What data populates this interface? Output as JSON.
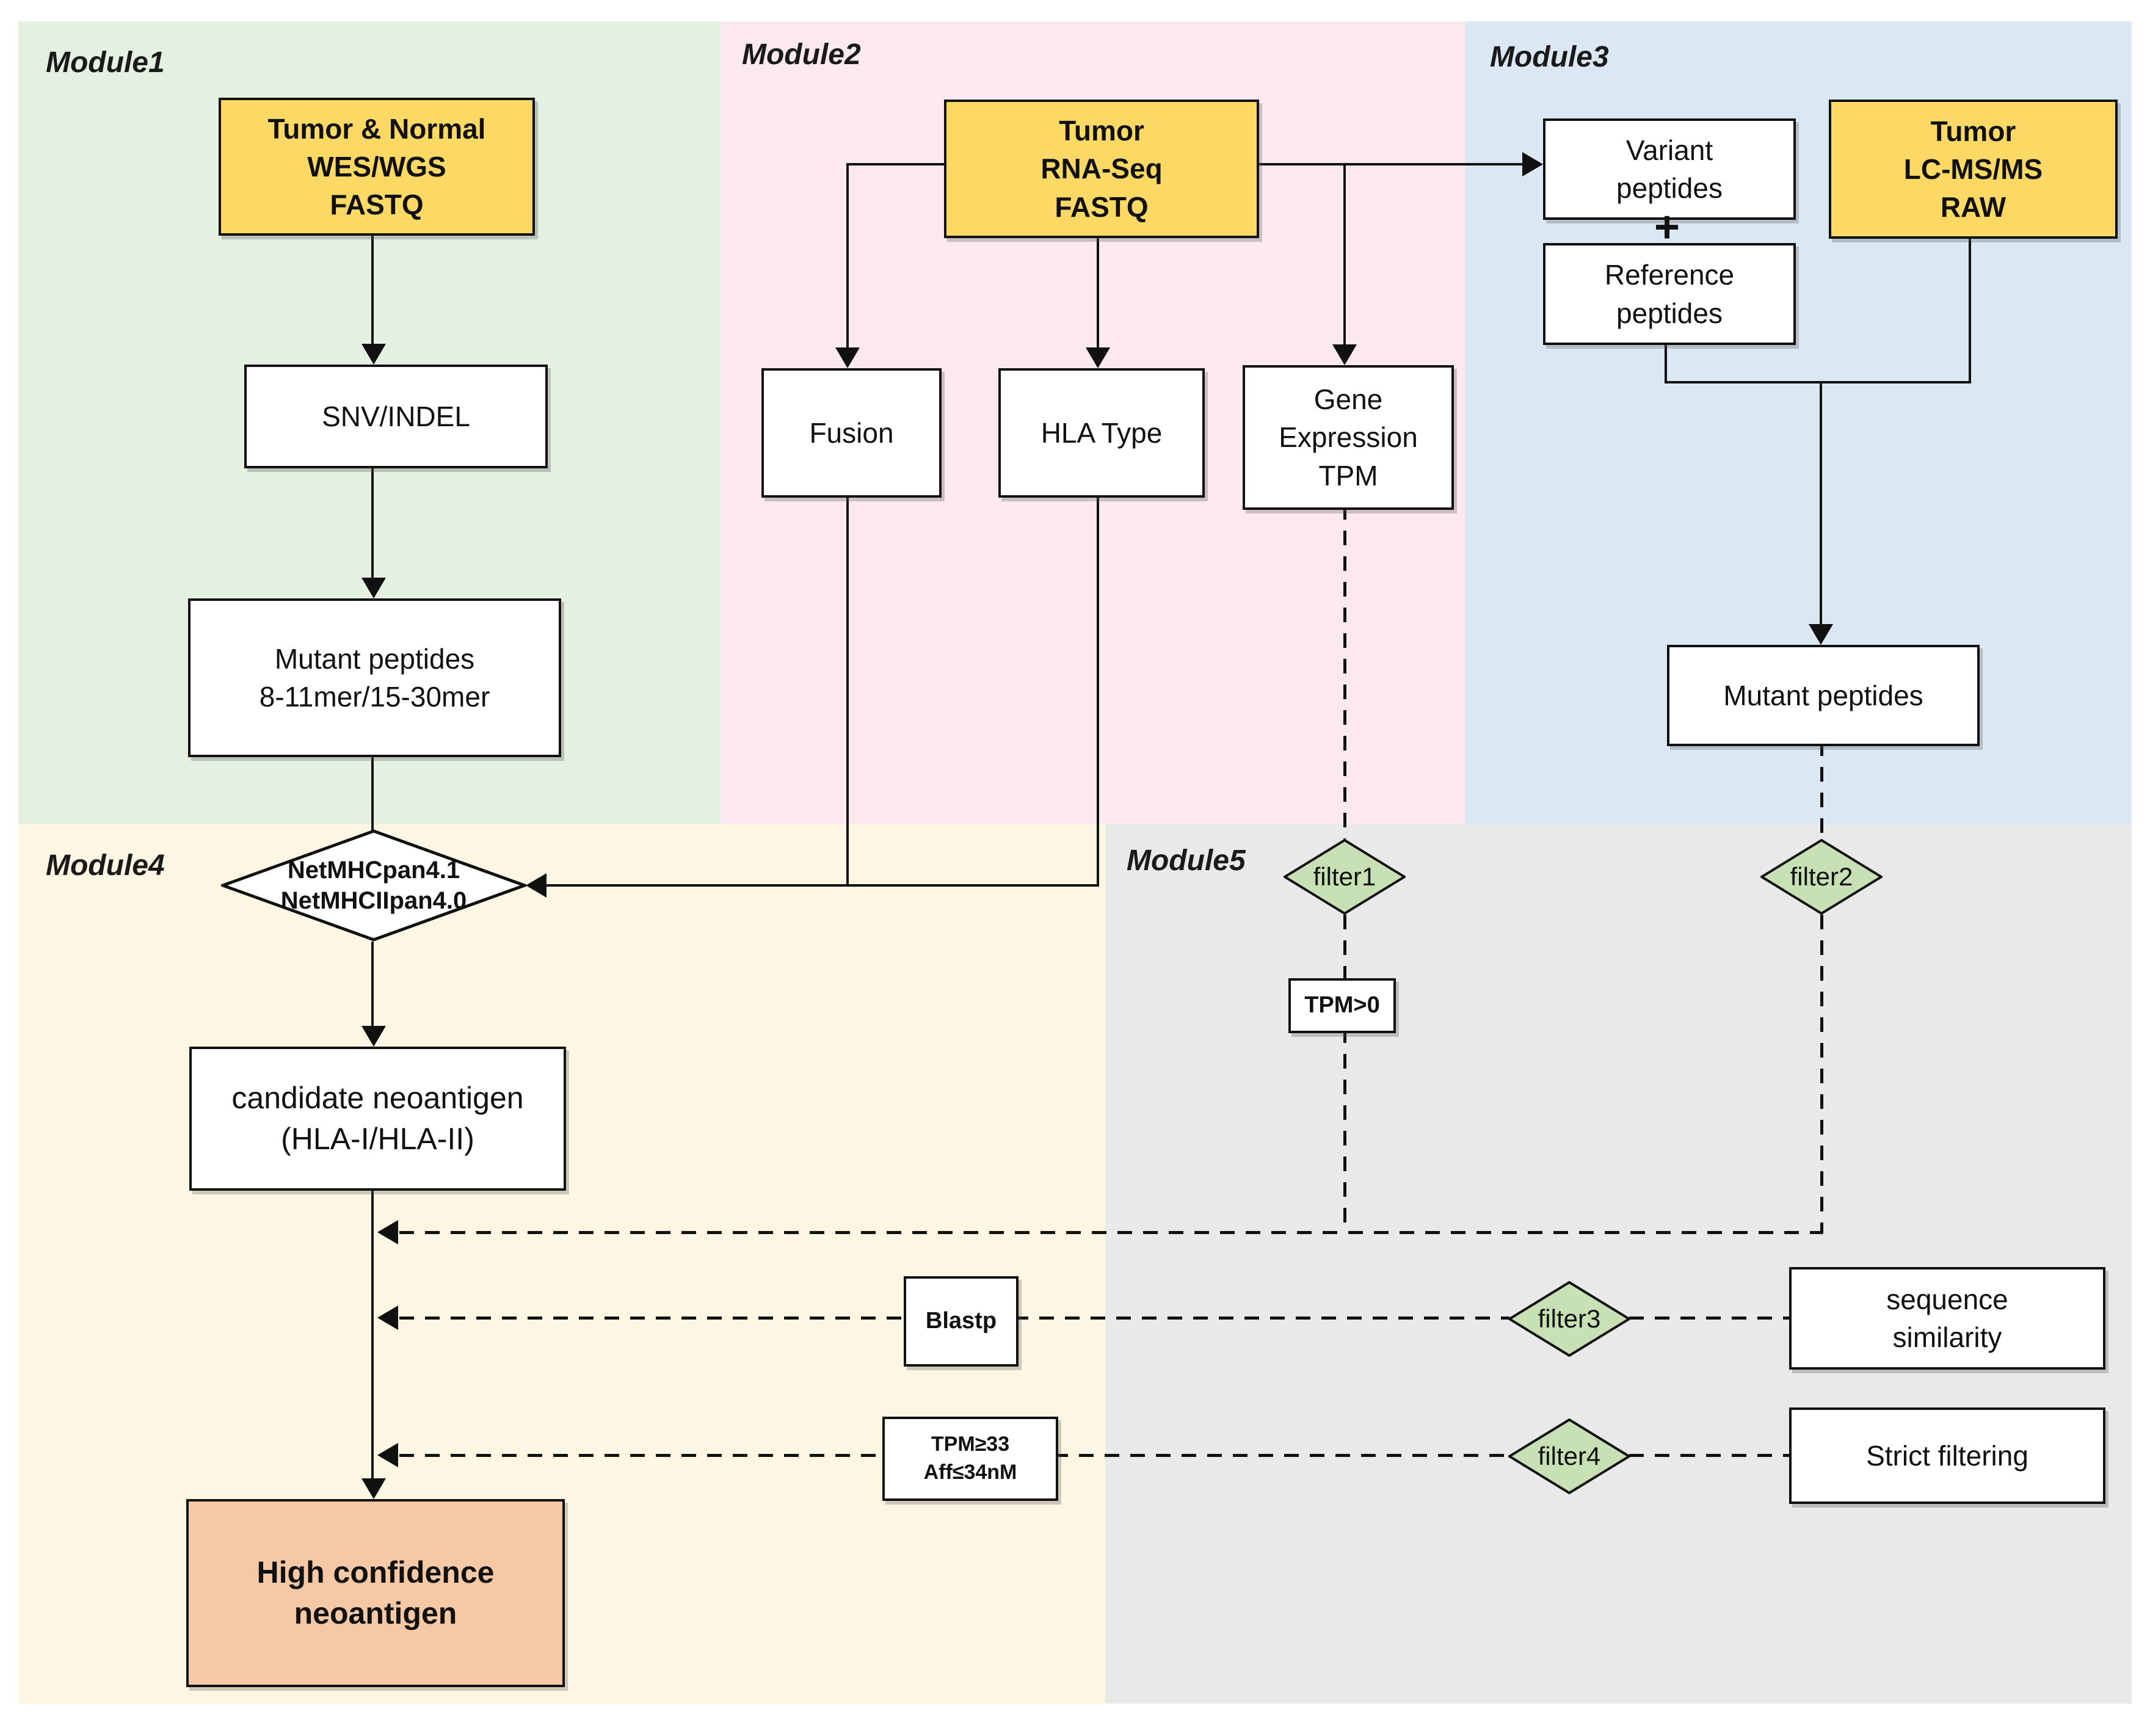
{
  "colors": {
    "module1_bg": "#e4f0e0",
    "module2_bg": "#fce8f1",
    "module3_bg": "#dbe8f3",
    "module4_bg": "#fdf6e3",
    "module5_bg": "#e9e9e9",
    "input_box_fill": "#fbd964",
    "result_box_fill": "#f5c9a6",
    "process_box_fill": "#ffffff",
    "filter_diamond_fill": "#c7e1b5",
    "decision_diamond_fill": "#ffffff"
  },
  "modules": {
    "module1": "Module1",
    "module2": "Module2",
    "module3": "Module3",
    "module4": "Module4",
    "module5": "Module5"
  },
  "nodes": {
    "tumor_normal": "Tumor & Normal\nWES/WGS\nFASTQ",
    "snv_indel": "SNV/INDEL",
    "mutant_peptides_left": "Mutant peptides\n8-11mer/15-30mer",
    "candidate_neoantigen": "candidate neoantigen\n(HLA-I/HLA-II)",
    "high_confidence": "High confidence\nneoantigen",
    "tumor_rnaseq": "Tumor\nRNA-Seq\nFASTQ",
    "fusion": "Fusion",
    "hla_type": "HLA Type",
    "gene_expression": "Gene\nExpression\nTPM",
    "variant_peptides": "Variant\npeptides",
    "plus": "+",
    "reference_peptides": "Reference\npeptides",
    "tumor_lcms": "Tumor\nLC-MS/MS\nRAW",
    "mutant_peptides_right": "Mutant peptides",
    "tpm_gt0": "TPM>0",
    "blastp": "Blastp",
    "tpm33_aff34": "TPM≥33\nAff≤34nM",
    "sequence_similarity": "sequence\nsimilarity",
    "strict_filtering": "Strict filtering"
  },
  "diamonds": {
    "netmhc": "NetMHCpan4.1\nNetMHCIIpan4.0",
    "filter1": "filter1",
    "filter2": "filter2",
    "filter3": "filter3",
    "filter4": "filter4"
  }
}
